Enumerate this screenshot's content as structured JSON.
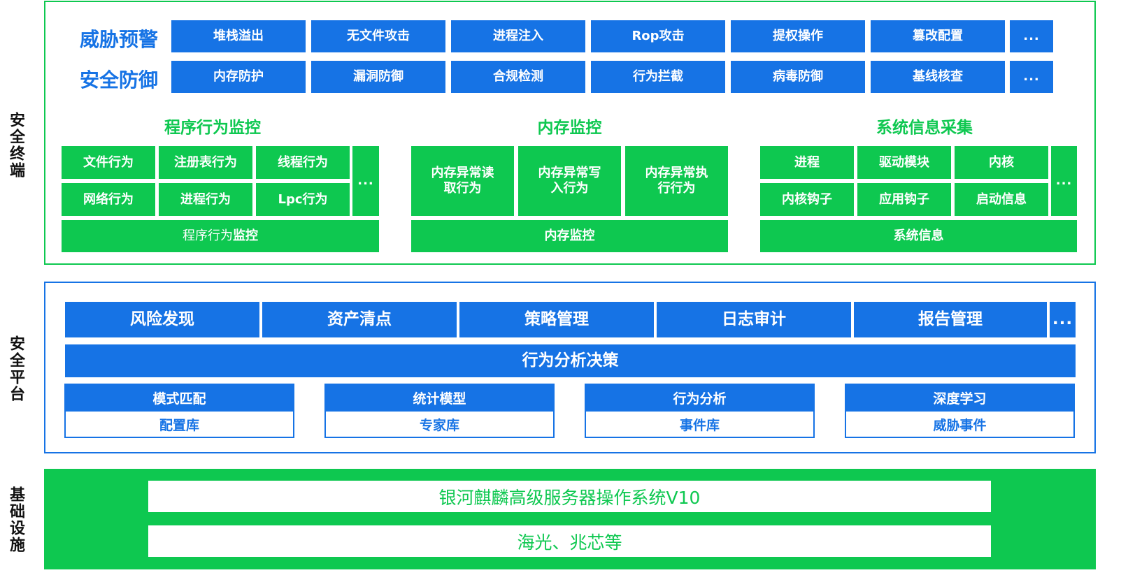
{
  "layers": {
    "terminal": "安全终端",
    "platform": "安全平台",
    "infra": "基础设施"
  },
  "terminal": {
    "threat_label": "威胁预警",
    "threat_items": [
      "堆栈溢出",
      "无文件攻击",
      "进程注入",
      "Rop攻击",
      "提权操作",
      "篡改配置",
      "..."
    ],
    "defense_label": "安全防御",
    "defense_items": [
      "内存防护",
      "漏洞防御",
      "合规检测",
      "行为拦截",
      "病毒防御",
      "基线核查",
      "..."
    ],
    "groups": [
      {
        "title": "程序行为监控",
        "items": [
          "文件行为",
          "注册表行为",
          "线程行为",
          "网络行为",
          "进程行为",
          "Lpc行为"
        ],
        "more": "...",
        "footer_prefix": "程序行为",
        "footer_bold": "监控"
      },
      {
        "title": "内存监控",
        "items": [
          "内存异常读取行为",
          "内存异常写入行为",
          "内存异常执行行为"
        ],
        "footer": "内存监控"
      },
      {
        "title": "系统信息采集",
        "items": [
          "进程",
          "驱动模块",
          "内核",
          "内核钩子",
          "应用钩子",
          "启动信息"
        ],
        "more": "...",
        "footer": "系统信息"
      }
    ]
  },
  "platform": {
    "top_items": [
      "风险发现",
      "资产清点",
      "策略管理",
      "日志审计",
      "报告管理",
      "..."
    ],
    "analysis": "行为分析决策",
    "modules": [
      {
        "top": "模式匹配",
        "bottom": "配置库"
      },
      {
        "top": "统计模型",
        "bottom": "专家库"
      },
      {
        "top": "行为分析",
        "bottom": "事件库"
      },
      {
        "top": "深度学习",
        "bottom": "威胁事件"
      }
    ]
  },
  "infra": {
    "os": "银河麒麟高级服务器操作系统V10",
    "hardware": "海光、兆芯等"
  },
  "colors": {
    "blue": "#1673e5",
    "green": "#0ec850"
  }
}
